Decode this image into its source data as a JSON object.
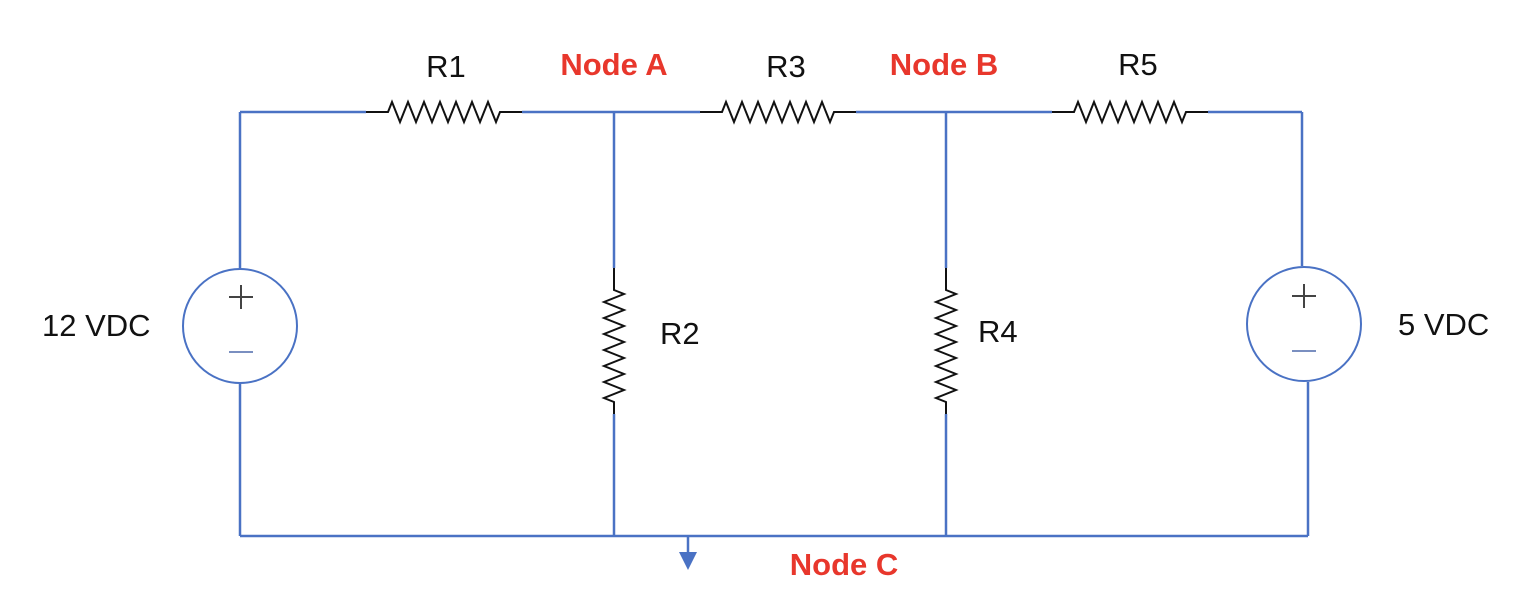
{
  "components": {
    "r1": "R1",
    "r2": "R2",
    "r3": "R3",
    "r4": "R4",
    "r5": "R5",
    "source_left": "12 VDC",
    "source_right": "5 VDC"
  },
  "nodes": {
    "a": "Node A",
    "b": "Node B",
    "c": "Node C"
  },
  "colors": {
    "wire": "#4a72c4",
    "node_label": "#e8372c",
    "resistor": "#111111"
  }
}
